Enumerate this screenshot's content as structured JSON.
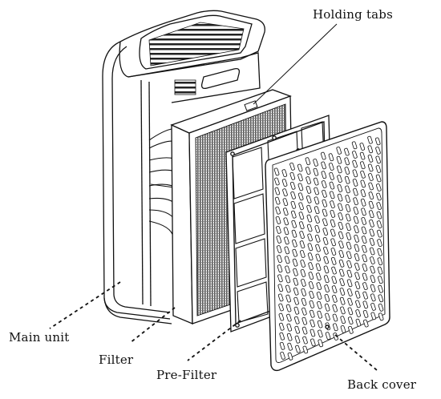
{
  "labels": {
    "holding_tabs": "Holding tabs",
    "main_unit": "Main unit",
    "filter": "Filter",
    "pre_filter": "Pre-Filter",
    "back_cover": "Back cover"
  },
  "colors": {
    "line": "#111111",
    "background": "#ffffff",
    "mesh_fill": "#8a8a8a"
  }
}
